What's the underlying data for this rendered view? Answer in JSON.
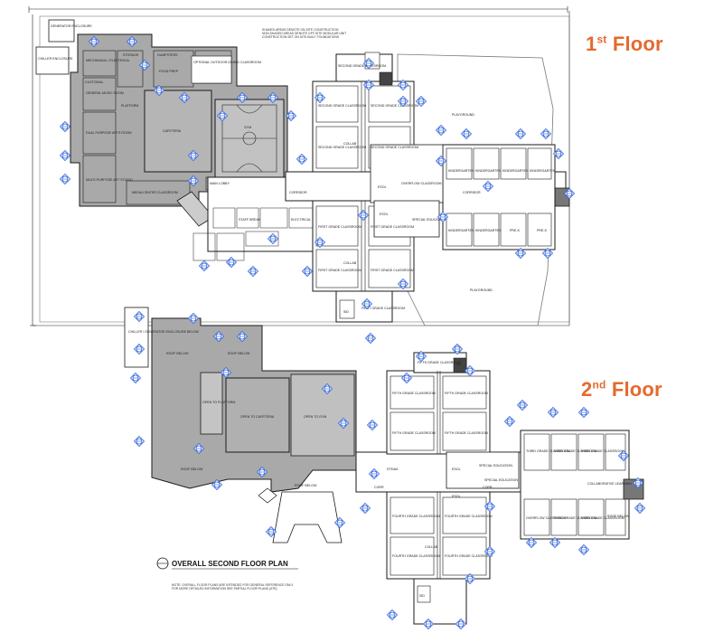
{
  "floors": [
    {
      "ordinal": "1",
      "suffix": "st",
      "word": "Floor"
    },
    {
      "ordinal": "2",
      "suffix": "nd",
      "word": "Floor"
    }
  ],
  "plan_title": "OVERALL SECOND FLOOR PLAN",
  "plan_notes": [
    "NOTE: OVERALL FLOOR PLANS ARE INTENDED FOR GENERAL REFERENCE ONLY.",
    "FOR MORE DETAILED INFORMATION SEE PARTIAL FLOOR PLANS (ATS)"
  ],
  "legend_notes": [
    "SHADED AREAS DENOTE ON-SITE CONSTRUCTION",
    "NON-SHADED AREAS DENOTE OFF-SITE MODULAR UNIT",
    "CONSTRUCTION SET ON SITE-BUILT FOUNDATIONS"
  ],
  "first_floor_rooms": {
    "generator": "GENERATOR ENCLOSURE",
    "chiller": "CHILLER ENCLOSURE",
    "mechanical": "MECHANICAL / ELECTRICAL",
    "general_music": "GENERAL MUSIC ROOM",
    "dual_purpose": "DUAL PURPOSE ARTS ROOM",
    "multipurpose": "MULTI-PURPOSE ART STUDIO",
    "platform": "PLATFORM",
    "cafeteria": "CAFETERIA",
    "food_prep": "FOOD PREP",
    "outdoor_dining": "OPTIONAL OUTDOOR DINING CLASSROOM",
    "gym": "GYM",
    "main_lobby": "MAIN LOBBY",
    "media_center": "MEDIA CENTER CLASSROOM",
    "second_grade": "SECOND GRADE CLASSROOM",
    "first_grade": "FIRST GRADE CLASSROOM",
    "collab": "COLLAB",
    "esol": "ESOL",
    "corridor": "CORRIDOR",
    "overflow": "OVERFLOW CLASSROOM",
    "special_ed": "SPECIAL EDUCATION",
    "kindergarten": "KINDERGARTEN",
    "prek": "PRE-K",
    "playground": "PLAYGROUND",
    "dumpsters": "DUMPSTERS",
    "storage": "STORAGE",
    "custodial": "CUSTODIAL",
    "staff_break": "STAFF BREAK",
    "electrical": "ELECTRICAL",
    "sid": "SID"
  },
  "second_floor_rooms": {
    "chiller_below": "CHILLER / GENERATOR ENCLOSURE BELOW",
    "roof_below": "ROOF BELOW",
    "open_platform": "OPEN TO PLATFORM",
    "open_cafeteria": "OPEN TO CAFETERIA",
    "open_gym": "OPEN TO GYM",
    "fifth_grade": "FIFTH GRADE CLASSROOM",
    "fourth_grade": "FOURTH GRADE CLASSROOM",
    "third_grade": "THIRD GRADE CLASSROOM",
    "steam": "STEAM",
    "esol": "ESOL",
    "special_ed": "SPECIAL EDUCATION",
    "collab_learning": "COLLABORATIVE LEARNING",
    "overflow": "OVERFLOW CLASSROOM",
    "sid": "SID",
    "corr": "CORR",
    "collab": "COLLAB"
  },
  "colors": {
    "accent": "#e46a2e",
    "shaded": "#a9a9a9",
    "shaded_dark": "#8c8c8c",
    "wall": "#1a1a1a",
    "marker": "#2b5fd9"
  }
}
